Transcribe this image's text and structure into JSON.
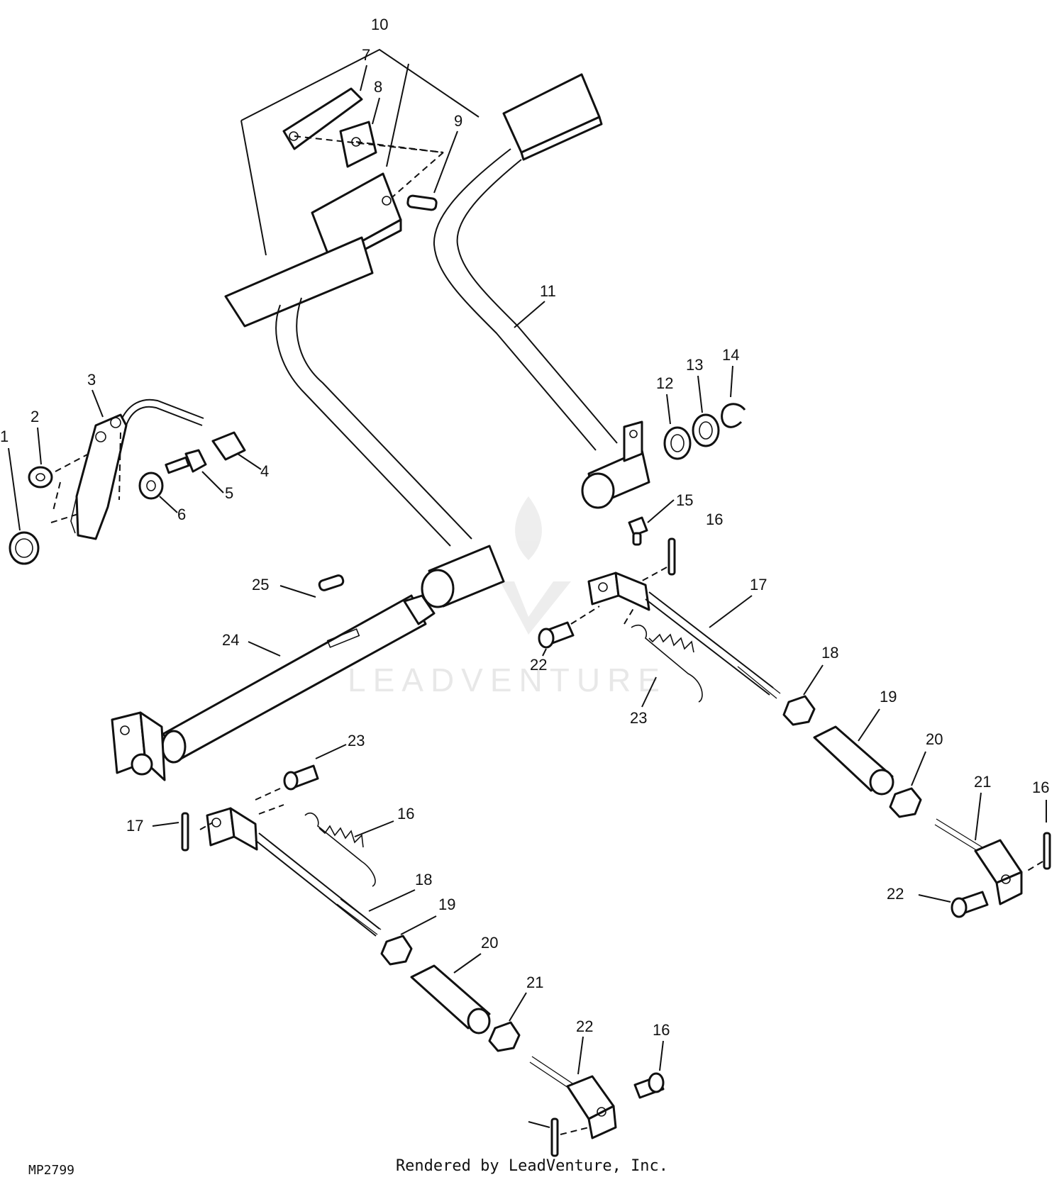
{
  "diagram": {
    "callouts": [
      "10",
      "7",
      "8",
      "9",
      "11",
      "3",
      "2",
      "1",
      "4",
      "5",
      "6",
      "12",
      "13",
      "14",
      "15",
      "16",
      "25",
      "24",
      "17",
      "22",
      "23",
      "18",
      "19",
      "20",
      "21",
      "16",
      "22",
      "23",
      "16",
      "17",
      "18",
      "19",
      "20",
      "21",
      "22",
      "16"
    ],
    "watermark": "LEADVENTURE",
    "figure_code": "MP2799",
    "footer": "Rendered by LeadVenture, Inc."
  }
}
